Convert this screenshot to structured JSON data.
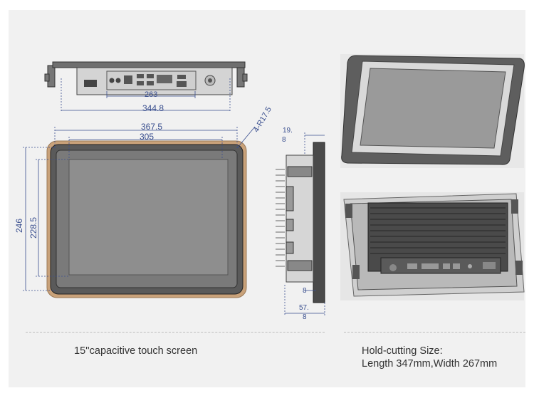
{
  "dimensions": {
    "cutout_width": "263",
    "rear_width": "344.8",
    "outer_width": "367.5",
    "screen_width": "305",
    "corner_radius": "4-R17.5",
    "outer_height": "246",
    "screen_height": "228.5",
    "side_top": "19.",
    "side_top_decimal": "8",
    "side_mid": "8",
    "side_depth": "57.",
    "side_depth_decimal": "8"
  },
  "captions": {
    "left": "15''capacitive touch screen",
    "right_line1": "Hold-cutting Size:",
    "right_line2": "Length 347mm,Width 267mm"
  },
  "colors": {
    "dimension": "#3a4f8f",
    "bezel": "#5a5a5a",
    "frame": "#c9a27a",
    "screen": "#8e8e8e"
  }
}
